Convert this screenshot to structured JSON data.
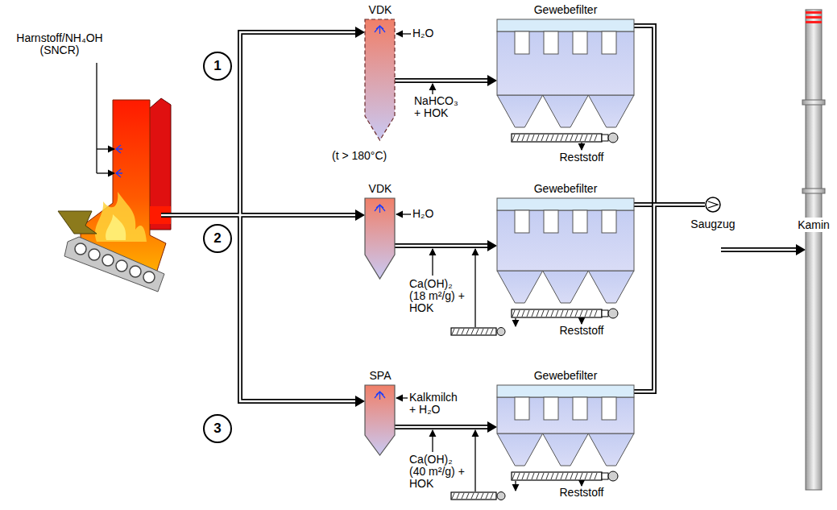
{
  "diagram": {
    "nodes": [
      {
        "text": [
          "1"
        ]
      },
      {
        "text": [
          "VDK"
        ]
      },
      {
        "text": [
          "Gewebefilter"
        ]
      },
      {
        "text": [
          "2"
        ]
      },
      {
        "text": [
          "VDK"
        ]
      },
      {
        "text": [
          "Gewebefilter"
        ]
      },
      {
        "text": [
          "3"
        ]
      },
      {
        "text": [
          "SPA"
        ]
      },
      {
        "text": [
          "Gewebefilter"
        ]
      },
      {
        "text": [
          "Saugzug"
        ]
      },
      {
        "text": [
          "Kamin"
        ]
      }
    ],
    "edges": [
      {
        "from": 1,
        "to": 2,
        "arrow": "to"
      },
      {
        "from": 4,
        "to": 5,
        "arrow": "to"
      },
      {
        "from": 7,
        "to": 8,
        "arrow": "to"
      },
      {
        "from": 2,
        "to": 9,
        "arrow": "none"
      },
      {
        "from": 5,
        "to": 9,
        "arrow": "none"
      },
      {
        "from": 8,
        "to": 9,
        "arrow": "none"
      },
      {
        "from": 9,
        "to": 10,
        "arrow": "to"
      }
    ],
    "labels": [
      "Harnstoff/NH₄OH (SNCR)",
      "H₂O",
      "NaHCO₃ + HOK",
      "(t > 180°C)",
      "Reststoff",
      "H₂O",
      "Ca(OH)₂ (18 m²/g) + HOK",
      "Reststoff",
      "Kalkmilch + H₂O",
      "Ca(OH)₂ (40 m²/g) + HOK",
      "Reststoff"
    ]
  }
}
